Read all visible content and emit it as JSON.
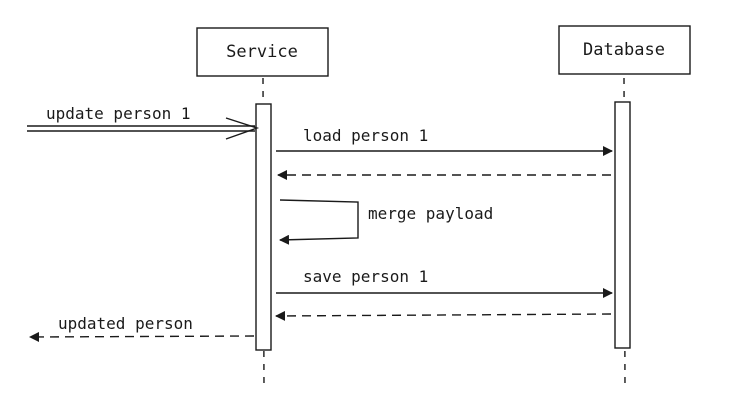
{
  "diagram": {
    "type": "sequence",
    "participants": [
      {
        "id": "service",
        "label": "Service"
      },
      {
        "id": "database",
        "label": "Database"
      }
    ],
    "messages": [
      {
        "id": "update-request",
        "label": "update person 1",
        "from": "external",
        "to": "service",
        "style": "solid",
        "arrow": "open"
      },
      {
        "id": "load-request",
        "label": "load person 1",
        "from": "service",
        "to": "database",
        "style": "solid",
        "arrow": "filled"
      },
      {
        "id": "load-response",
        "label": "",
        "from": "database",
        "to": "service",
        "style": "dashed",
        "arrow": "filled"
      },
      {
        "id": "merge-self",
        "label": "merge payload",
        "from": "service",
        "to": "service",
        "style": "solid",
        "arrow": "filled"
      },
      {
        "id": "save-request",
        "label": "save person 1",
        "from": "service",
        "to": "database",
        "style": "solid",
        "arrow": "filled"
      },
      {
        "id": "save-response",
        "label": "",
        "from": "database",
        "to": "service",
        "style": "dashed",
        "arrow": "filled"
      },
      {
        "id": "updated-response",
        "label": "updated person",
        "from": "service",
        "to": "external",
        "style": "dashed",
        "arrow": "filled"
      }
    ]
  }
}
